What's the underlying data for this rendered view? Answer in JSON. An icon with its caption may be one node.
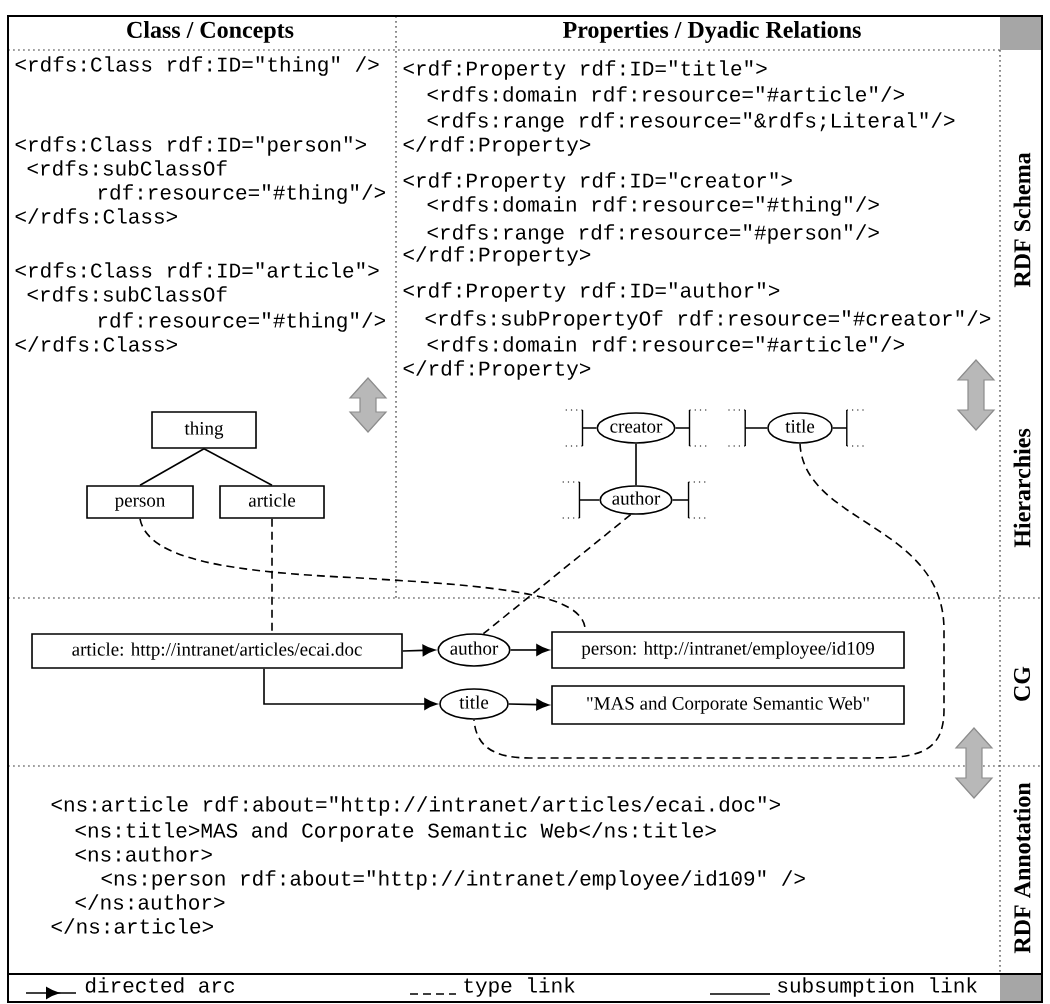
{
  "diagram": {
    "nodes": [
      {
        "text": [
          "thing"
        ]
      },
      {
        "text": [
          "person"
        ]
      },
      {
        "text": [
          "article"
        ]
      },
      {
        "text": [
          "creator"
        ]
      },
      {
        "text": [
          "title"
        ]
      },
      {
        "text": [
          "author"
        ]
      },
      {
        "text": [
          "article: http://intranet/articles/ecai.doc"
        ]
      },
      {
        "text": [
          "author"
        ]
      },
      {
        "text": [
          "person: http://intranet/employee/id109"
        ]
      },
      {
        "text": [
          "title"
        ]
      },
      {
        "text": [
          "\"MAS and Corporate Semantic Web\""
        ]
      }
    ],
    "edges": [
      {
        "from": 0,
        "to": 1,
        "arrow": "none"
      },
      {
        "from": 0,
        "to": 2,
        "arrow": "none"
      },
      {
        "from": 3,
        "to": 5,
        "arrow": "none"
      },
      {
        "from": 6,
        "to": 7,
        "arrow": "to"
      },
      {
        "from": 7,
        "to": 8,
        "arrow": "to"
      },
      {
        "from": 6,
        "to": 9,
        "arrow": "to"
      },
      {
        "from": 9,
        "to": 10,
        "arrow": "to"
      },
      {
        "from": 1,
        "to": 8,
        "arrow": "none",
        "style": "dashed"
      },
      {
        "from": 2,
        "to": 6,
        "arrow": "none",
        "style": "dashed"
      },
      {
        "from": 5,
        "to": 7,
        "arrow": "none",
        "style": "dashed"
      },
      {
        "from": 4,
        "to": 9,
        "arrow": "none",
        "style": "dashed"
      }
    ],
    "labels": [
      "Class / Concepts",
      "Properties / Dyadic Relations",
      "<rdfs:Class rdf:ID=\"thing\" />",
      "<rdfs:Class rdf:ID=\"person\">",
      "<rdfs:subClassOf",
      "rdf:resource=\"#thing\"/>",
      "</rdfs:Class>",
      "<rdfs:Class rdf:ID=\"article\">",
      "<rdfs:subClassOf",
      "rdf:resource=\"#thing\"/>",
      "</rdfs:Class>",
      "<rdf:Property rdf:ID=\"title\">",
      "<rdfs:domain rdf:resource=\"#article\"/>",
      "<rdfs:range rdf:resource=\"&rdfs;Literal\"/>",
      "</rdf:Property>",
      "<rdf:Property rdf:ID=\"creator\">",
      "<rdfs:domain rdf:resource=\"#thing\"/>",
      "<rdfs:range rdf:resource=\"#person\"/>",
      "</rdf:Property>",
      "<rdf:Property rdf:ID=\"author\">",
      "<rdfs:subPropertyOf rdf:resource=\"#creator\"/>",
      "<rdfs:domain rdf:resource=\"#article\"/>",
      "</rdf:Property>",
      "RDF Schema",
      "Hierarchies",
      "CG",
      "<ns:article rdf:about=\"http://intranet/articles/ecai.doc\">",
      "<ns:title>MAS and Corporate Semantic Web</ns:title>",
      "<ns:author>",
      "<ns:person rdf:about=\"http://intranet/employee/id109\" />",
      "</ns:author>",
      "</ns:article>",
      "RDF Annotation"
    ],
    "legend": [
      {
        "text": "directed arc"
      },
      {
        "text": "type link"
      },
      {
        "text": "subsumption link"
      }
    ]
  }
}
